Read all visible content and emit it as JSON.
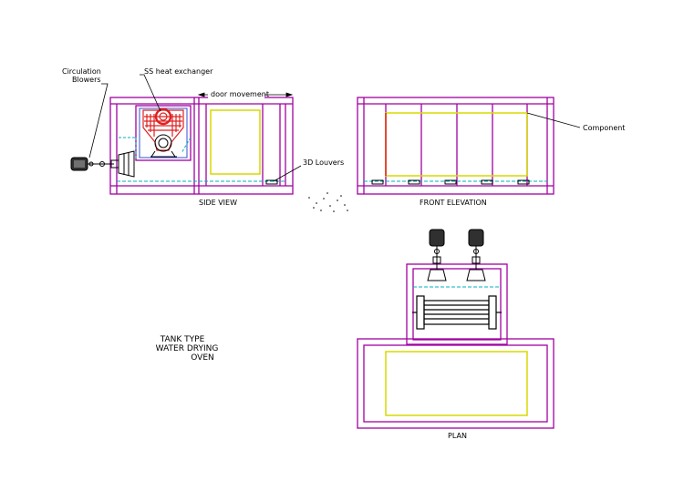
{
  "labels": {
    "circulation_blowers_line1": "Circulation",
    "circulation_blowers_line2": "Blowers",
    "ss_heat_exchanger": "SS heat exchanger",
    "door_movement": "door movement",
    "component": "Component",
    "louvers_3d": "3D Louvers",
    "side_view": "SIDE VIEW",
    "front_elevation": "FRONT ELEVATION",
    "plan": "PLAN",
    "title_line1": "TANK TYPE",
    "title_line2": "WATER DRYING",
    "title_line3": "OVEN"
  },
  "colors": {
    "frame": "#a000a0",
    "component": "#d8d800",
    "heat_exchanger": "#e02020",
    "water_line": "#00b0c0",
    "equipment": "#000000",
    "background": "#ffffff"
  },
  "icons": {
    "motor": "motor-icon",
    "blower_fan": "fan-icon",
    "louver": "louver-icon",
    "heat_exchanger_coil": "coil-icon"
  }
}
